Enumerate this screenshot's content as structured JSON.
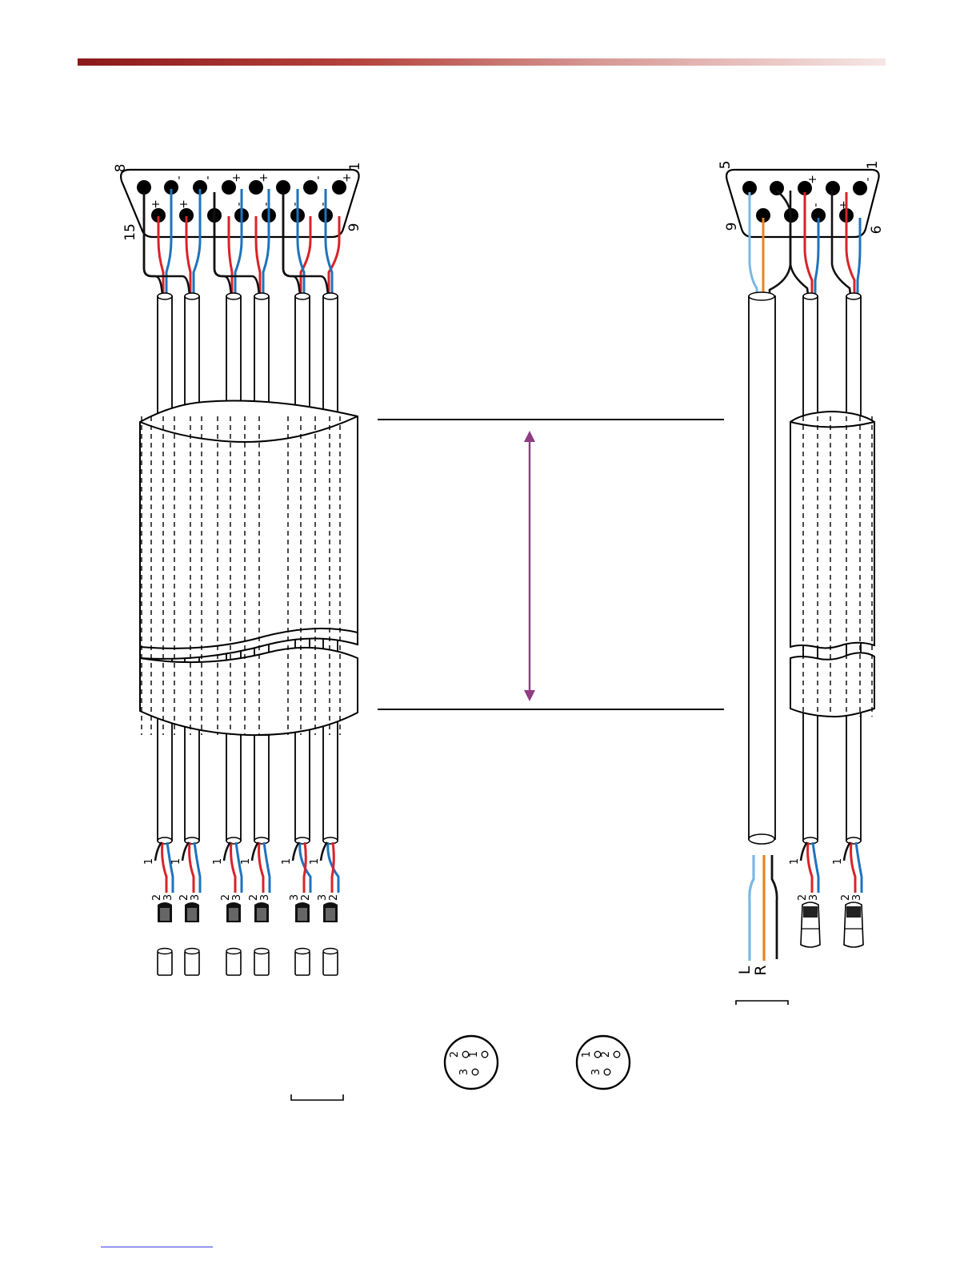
{
  "colors": {
    "red_wire": "#d8232a",
    "blue_wire": "#1e73be",
    "light_blue_wire": "#7ab8e6",
    "orange_wire": "#e8841e",
    "ground_wire": "#111111",
    "length_arrow": "#8e3d83",
    "header_rule_start": "#8b1a1a",
    "header_rule_end": "#f6e6e5"
  },
  "db15": {
    "corner_labels": {
      "top_left": "8",
      "top_right": "1",
      "bottom_left": "15",
      "bottom_right": "9"
    },
    "top_row_polarity": [
      "",
      "-",
      "-",
      "+",
      "+",
      "",
      "-",
      "+"
    ],
    "bottom_row_polarity": [
      "+",
      "+",
      "",
      "-",
      "-",
      "-",
      "-"
    ]
  },
  "db9": {
    "corner_labels": {
      "top_left": "5",
      "top_right": "1",
      "bottom_left": "9",
      "bottom_right": "6"
    },
    "top_row_polarity": [
      "",
      "",
      "+",
      "",
      "-"
    ],
    "bottom_row_polarity": [
      "",
      "",
      "-",
      "+"
    ]
  },
  "left_cable_ends": {
    "pin_labels": [
      {
        "ground": "1",
        "a": "2",
        "b": "3"
      },
      {
        "ground": "1",
        "a": "2",
        "b": "3"
      },
      {
        "ground": "1",
        "a": "2",
        "b": "3"
      },
      {
        "ground": "1",
        "a": "2",
        "b": "3"
      },
      {
        "ground": "1",
        "a": "3",
        "b": "2"
      },
      {
        "ground": "1",
        "a": "3",
        "b": "2"
      }
    ]
  },
  "right_cable_ends": {
    "stereo_labels": [
      "L",
      "R"
    ],
    "pin_labels": [
      {
        "ground": "1",
        "a": "2",
        "b": "3"
      },
      {
        "ground": "1",
        "a": "2",
        "b": "3"
      }
    ]
  },
  "xlr_faces": [
    {
      "pins": [
        "2",
        "1",
        "3"
      ]
    },
    {
      "pins": [
        "1",
        "2",
        "3"
      ]
    }
  ]
}
